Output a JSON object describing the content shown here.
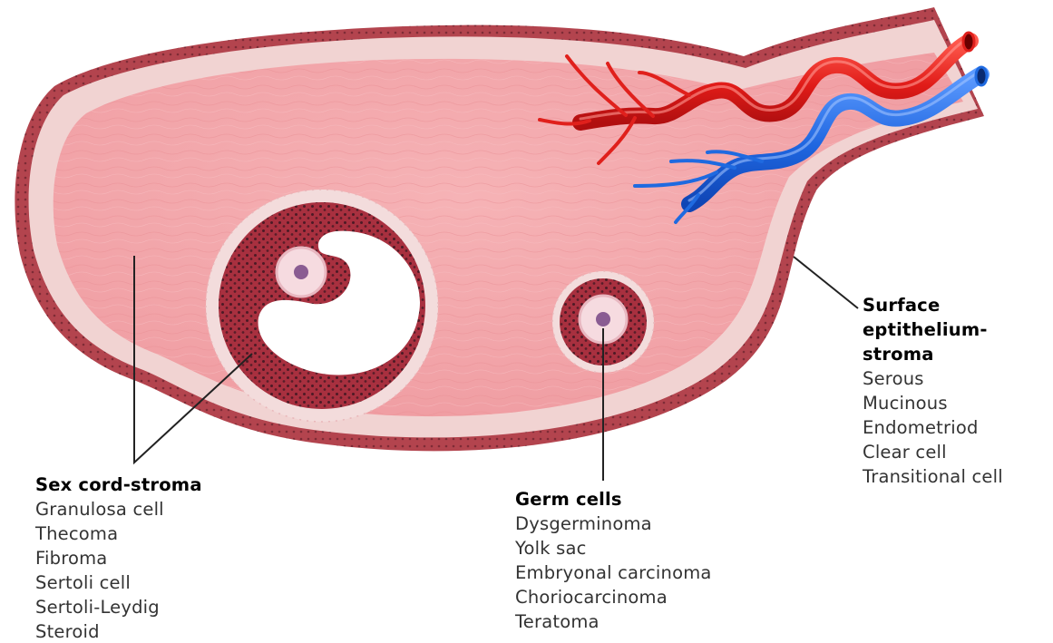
{
  "labels": {
    "sex_cord_stroma": {
      "heading": "Sex cord-stroma",
      "items": [
        "Granulosa cell",
        "Thecoma",
        "Fibroma",
        "Sertoli cell",
        "Sertoli-Leydig",
        "Steroid"
      ]
    },
    "germ_cells": {
      "heading": "Germ cells",
      "items": [
        "Dysgerminoma",
        "Yolk sac",
        "Embryonal carcinoma",
        "Choriocarcinoma",
        "Teratoma"
      ]
    },
    "surface_epithelium": {
      "heading_lines": [
        "Surface",
        "eptithelium-",
        "stroma"
      ],
      "items": [
        "Serous",
        "Mucinous",
        "Endometriod",
        "Clear cell",
        "Transitional cell"
      ]
    }
  },
  "colors": {
    "stroma": "#f4a9ad",
    "cortex": "#f1d3d2",
    "capsule": "#b3444e",
    "follicle_granulosa": "#a8303f",
    "oocyte": "#f6dbe0",
    "oocyte_nucleus": "#8a5c92",
    "artery": "#e0201c",
    "vein": "#1f6ae0",
    "leader_line": "#222222"
  }
}
